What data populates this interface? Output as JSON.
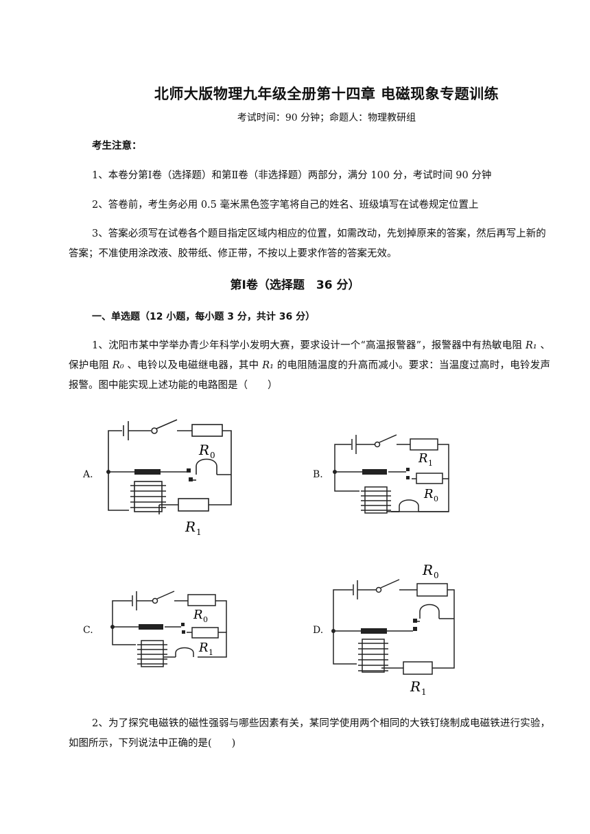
{
  "header": {
    "title": "北师大版物理九年级全册第十四章 电磁现象专题训练",
    "subtitle": "考试时间：90 分钟；命题人：物理教研组"
  },
  "notice": {
    "heading": "考生注意：",
    "items": [
      "1、本卷分第Ⅰ卷（选择题）和第Ⅱ卷（非选择题）两部分，满分 100 分，考试时间 90 分钟",
      "2、答卷前，考生务必用 0.5 毫米黑色签字笔将自己的姓名、班级填写在试卷规定位置上",
      "3、答案必须写在试卷各个题目指定区域内相应的位置，如需改动，先划掉原来的答案，然后再写上新的答案；不准使用涂改液、胶带纸、修正带，不按以上要求作答的答案无效。"
    ]
  },
  "section": {
    "title": "第Ⅰ卷（选择题　36 分）",
    "part": "一、单选题（12 小题，每小题 3 分，共计 36 分）"
  },
  "q1": {
    "text_a": "1、沈阳市某中学举办青少年科学小发明大赛，要求设计一个“高温报警器”，报警器中有热敏电阻",
    "r1": "R₁",
    "text_b": "、保护电阻",
    "r0": "R₀",
    "text_c": "、电铃以及电磁继电器，其中",
    "text_d": "的电阻随温度的升高而减小。要求：当温度过高时，电铃发声报警。图中能实现上述功能的电路图是（　　）",
    "options": [
      "A.",
      "B.",
      "C.",
      "D."
    ],
    "label_r0": "R",
    "label_r1": "R",
    "sub0": "0",
    "sub1": "1"
  },
  "q2": {
    "text": "2、为了探究电磁铁的磁性强弱与哪些因素有关，某同学使用两个相同的大铁钉绕制成电磁铁进行实验，如图所示，下列说法中正确的是(　　)"
  }
}
